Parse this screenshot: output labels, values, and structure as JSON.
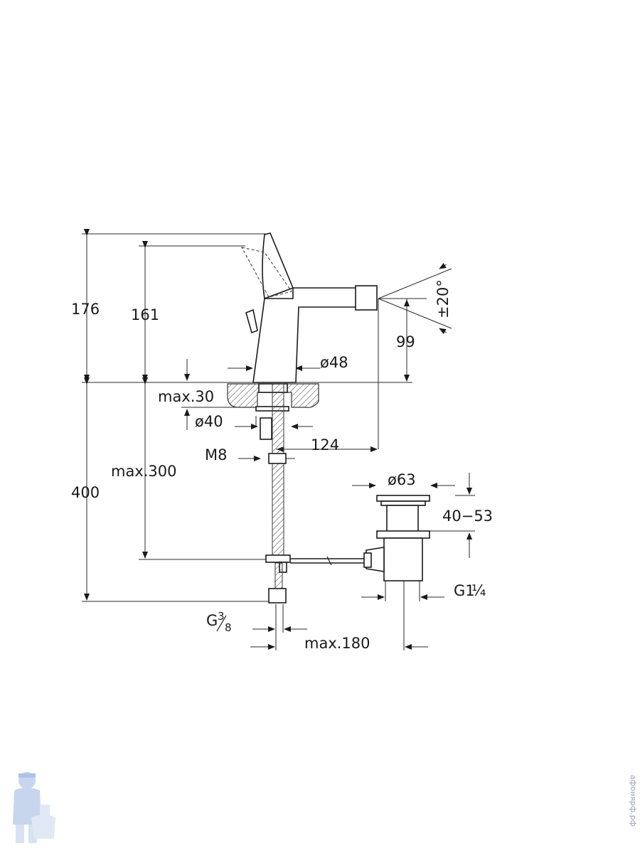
{
  "dimensions": {
    "total_height": "176",
    "spout_height": "161",
    "spout_outlet_height": "99",
    "spray_angle": "±20°",
    "body_diameter": "ø48",
    "max_deck_thickness": "max.30",
    "hole_diameter": "ø40",
    "projection": "124",
    "stud_thread": "M8",
    "max_hose_length": "max.300",
    "overall_below_deck": "400",
    "waste_flange_diameter": "ø63",
    "waste_range": "40−53",
    "waste_thread_main": "G1",
    "waste_thread_fraction": "¼",
    "inlet_thread_main": "G",
    "inlet_thread_num": "3",
    "inlet_thread_den": "8",
    "max_distance": "max.180"
  },
  "watermark": {
    "side_text": "афонярф.рф"
  }
}
